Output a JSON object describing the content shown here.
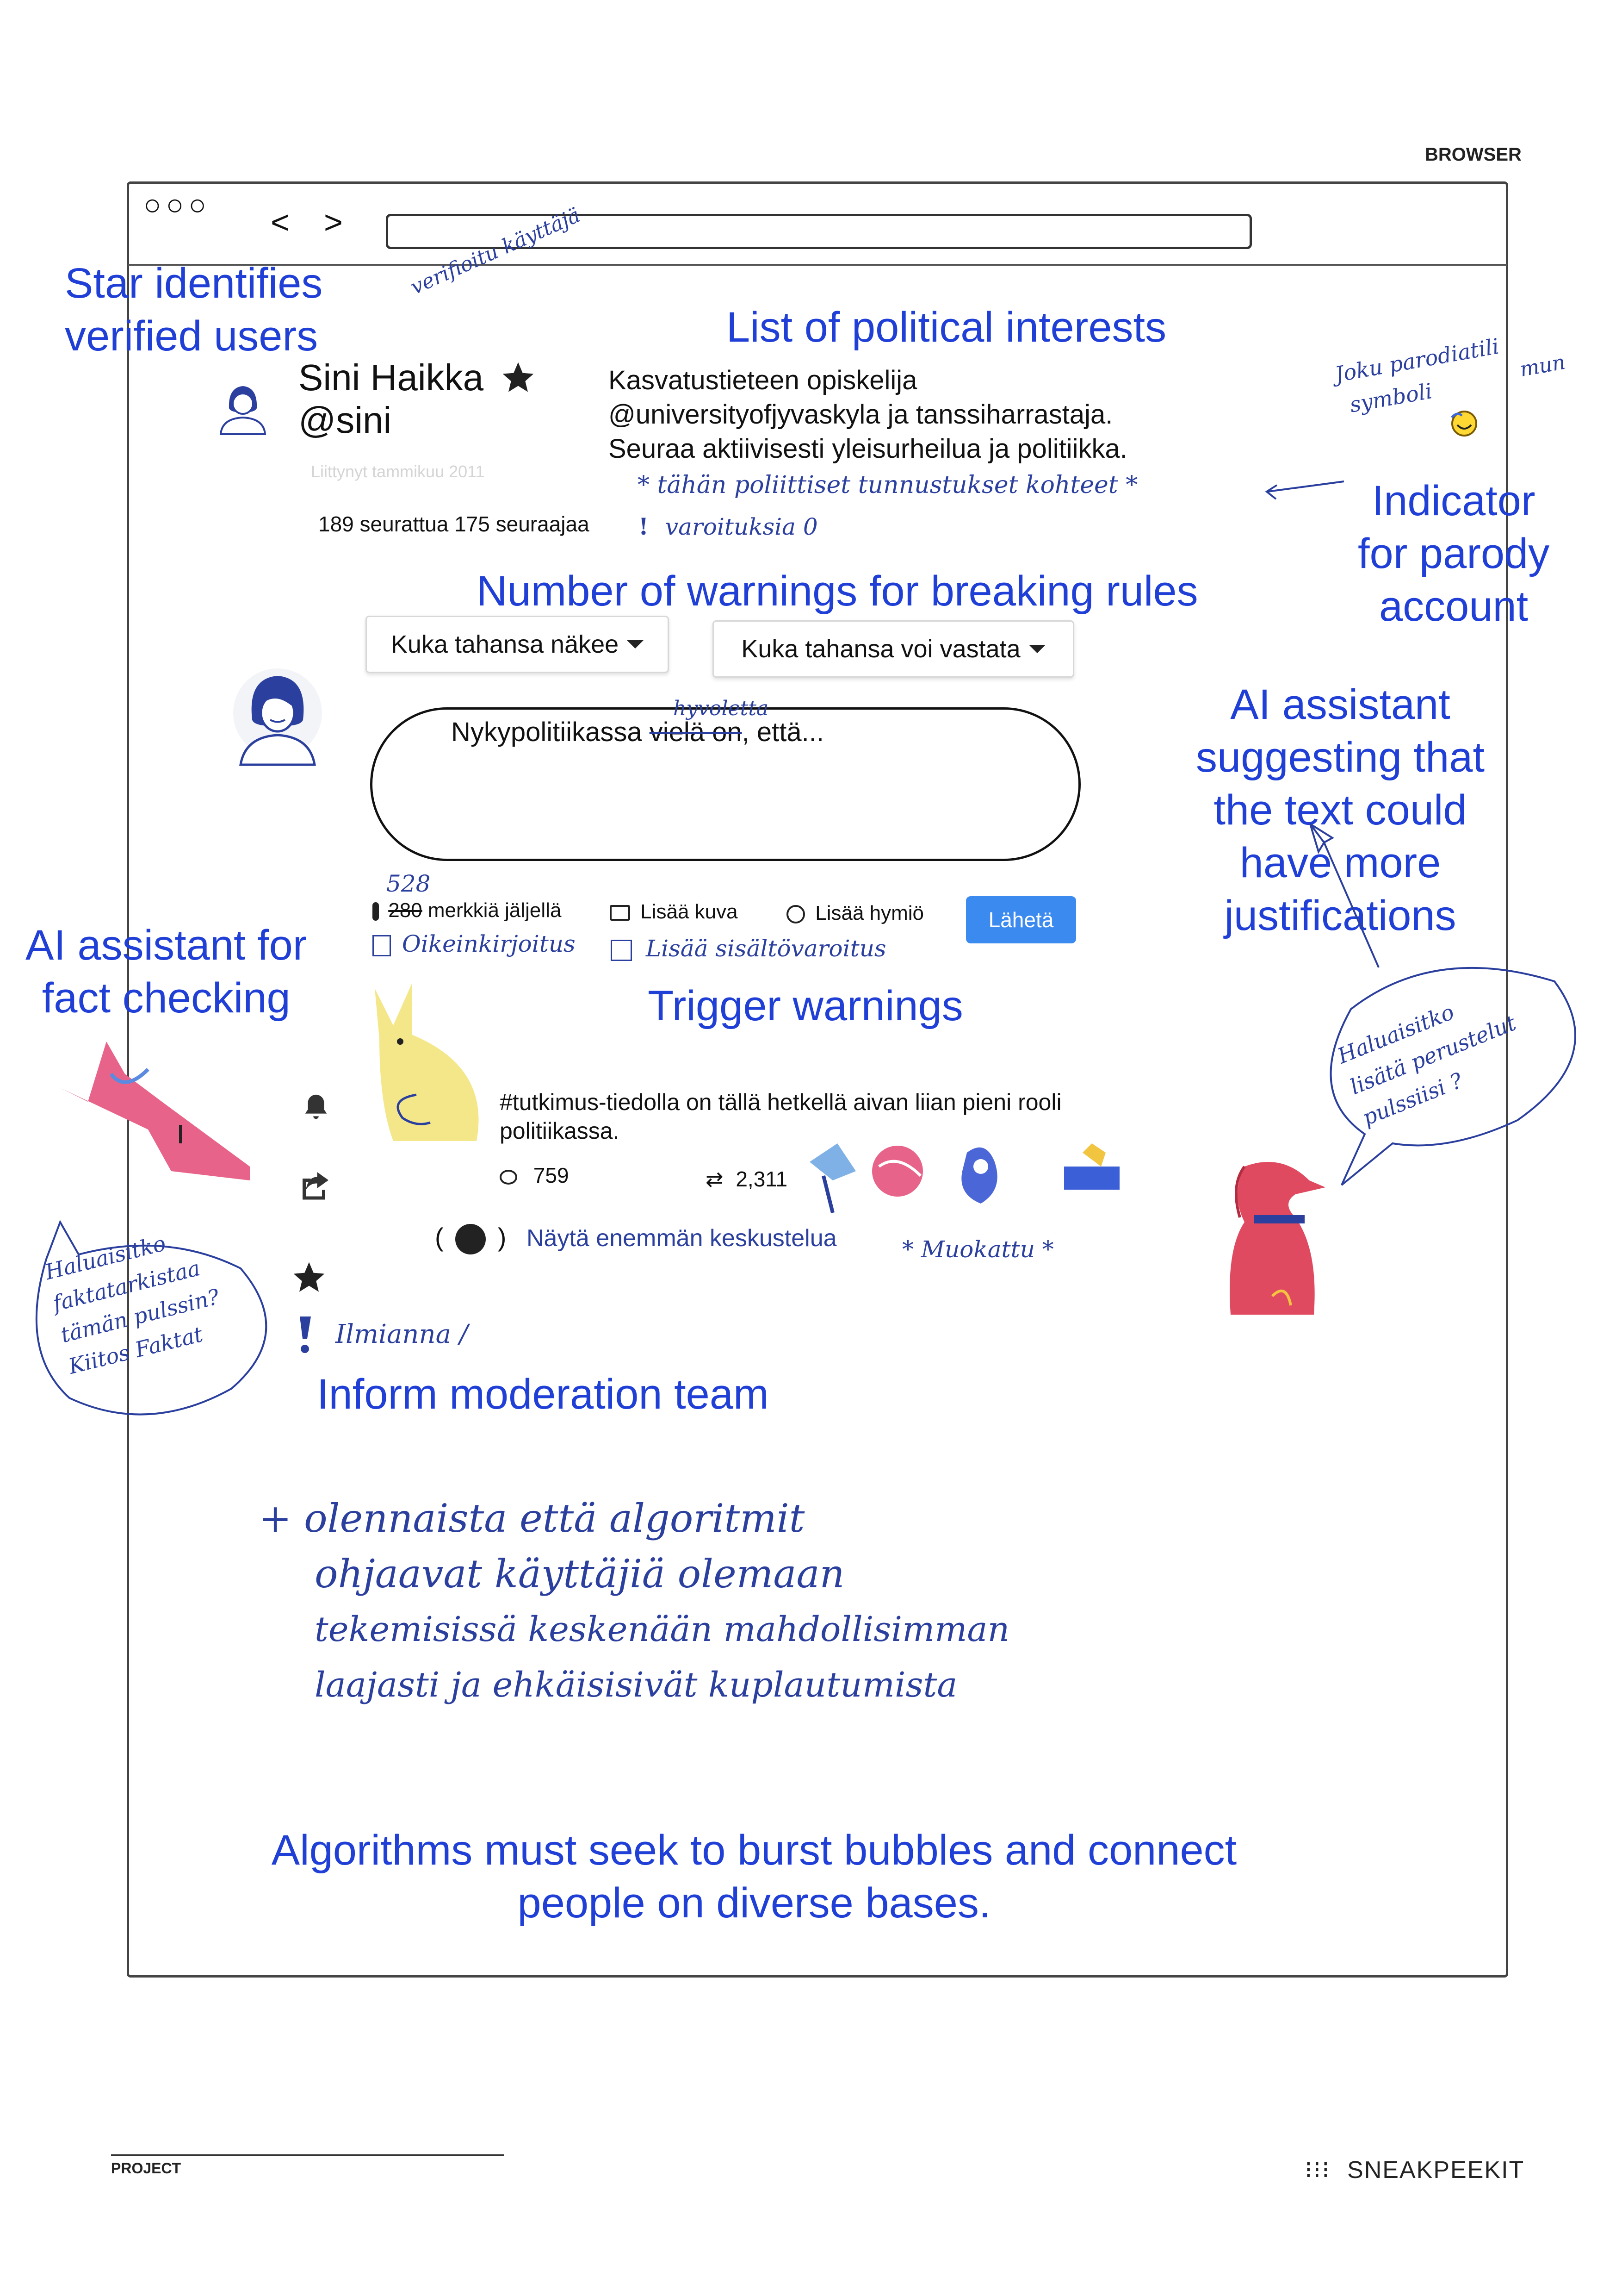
{
  "page": {
    "browser_label": "BROWSER",
    "project_label": "PROJECT",
    "brand": "SNEAKPEEKIT",
    "brand_dots": "⁝⁝⁝"
  },
  "window": {
    "controls": "○○○",
    "back": "<",
    "forward": ">",
    "address_value": ""
  },
  "profile": {
    "name": "Sini Haikka",
    "handle": "@sini",
    "joined": "Liittynyt tammikuu 2011",
    "stats": "189 seurattua 175 seuraajaa",
    "bio_line1": "Kasvatustieteen opiskelija",
    "bio_line2": "@universityofjyvaskyla ja tanssiharrastaja.",
    "bio_line3": "Seuraa aktiivisesti yleisurheilua ja politiikka."
  },
  "composer": {
    "visibility": "Kuka tahansa näkee",
    "reply_setting": "Kuka tahansa voi vastata",
    "text_before": "Nykypolitiikassa",
    "text_struck": "vielä on",
    "text_after": ", että...",
    "chars_struck": "280",
    "chars_label": "merkkiä jäljellä",
    "add_image": "Lisää kuva",
    "add_emoji": "Lisää hymiö",
    "send": "Lähetä"
  },
  "post": {
    "text_line1": "#tutkimus-tiedolla on tällä hetkellä aivan liian pieni rooli",
    "text_line2": "politiikassa.",
    "replies": "759",
    "retweets": "2,311",
    "show_more": "Näytä enemmän keskustelua"
  },
  "annotations": {
    "star_line1": "Star identifies",
    "star_line2": "verified users",
    "interests": "List of political interests",
    "parody_line1": "Indicator",
    "parody_line2": "for parody",
    "parody_line3": "account",
    "warnings_count": "Number of warnings for breaking rules",
    "ai_line1": "AI assistant",
    "ai_line2": "suggesting that",
    "ai_line3": "the text could",
    "ai_line4": "have more",
    "ai_line5": "justifications",
    "fact_line1": "AI assistant for",
    "fact_line2": "fact checking",
    "trigger": "Trigger warnings",
    "inform": "Inform moderation team",
    "algo_line1": "Algorithms must seek to burst bubbles and connect",
    "algo_line2": "people on diverse bases."
  },
  "handwriting": {
    "verified": "verifioitu käyttäjä",
    "political_support": "* tähän poliittiset tunnustukset kohteet *",
    "warnings": "varoituksia 0",
    "parody_note_line1": "Joku parodiatili",
    "parody_note_line2": "symboli",
    "parody_extra": "mun",
    "improve": "hyvoletta",
    "chars_new": "528",
    "proofreading": "Oikeinkirjoitus",
    "content_warning": "Lisää sisältövaroitus",
    "edited": "* Muokattu *",
    "report": "Ilmianna /",
    "bubble_right_line1": "Haluaisitko",
    "bubble_right_line2": "lisätä perustelut",
    "bubble_right_line3": "pulssiisi ?",
    "bubble_left_line1": "Haluaisitko",
    "bubble_left_line2": "faktatarkistaa",
    "bubble_left_line3": "tämän pulssin?",
    "bubble_left_line4": "Kiitos Faktat",
    "note_line1": "+ olennaista että algoritmit",
    "note_line2": "ohjaavat käyttäjiä olemaan",
    "note_line3": "tekemisissä keskenään mahdollisimman",
    "note_line4": "laajasti ja ehkäisisivät kuplautumista"
  },
  "colors": {
    "annotation_blue": "#1f3fd6",
    "pen_blue": "#2b3f9e",
    "send_button": "#3b8af0",
    "pink": "#e8638a",
    "yellow": "#f4e78a"
  }
}
